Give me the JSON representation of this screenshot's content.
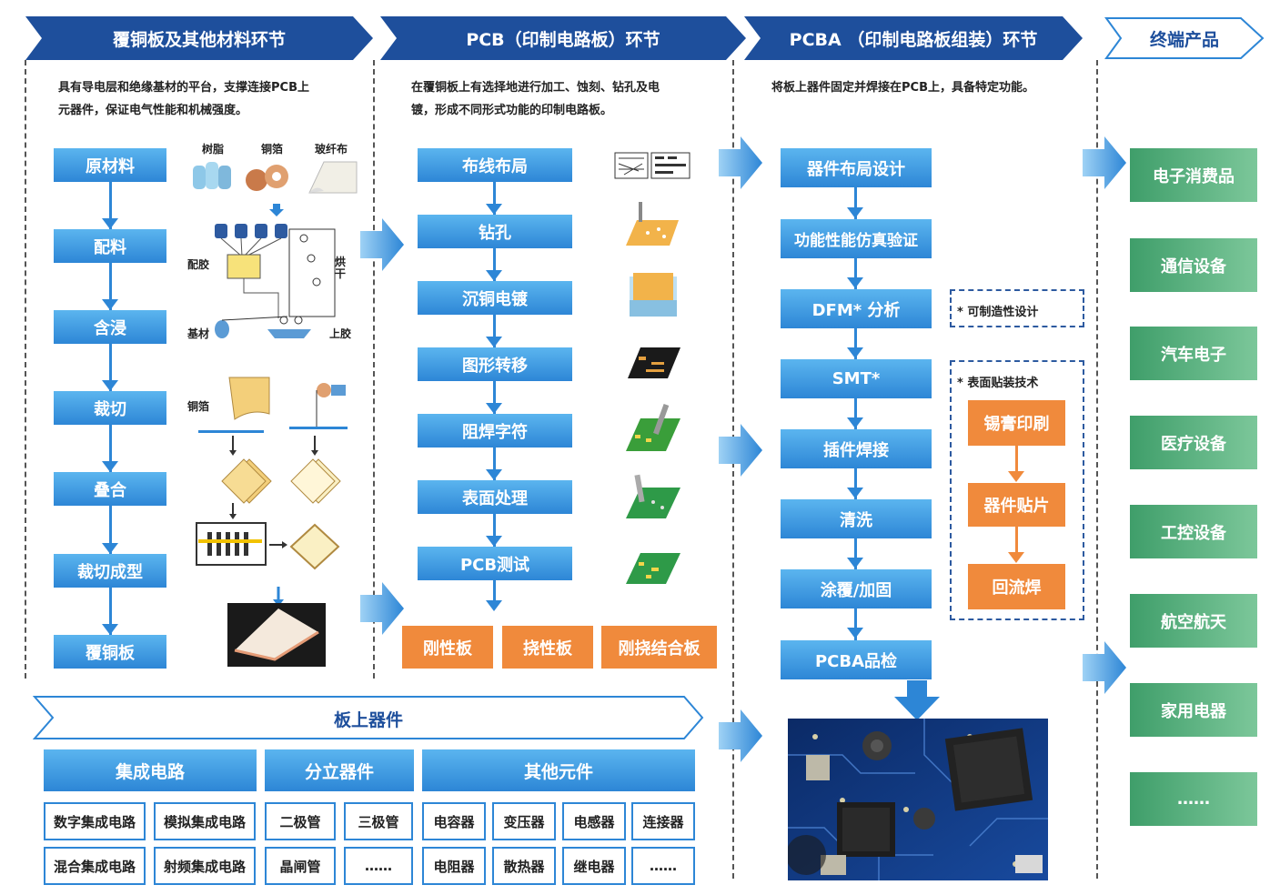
{
  "banners": {
    "b1": "覆铜板及其他材料环节",
    "b2": "PCB（印制电路板）环节",
    "b3": "PCBA （印制电路板组装）环节",
    "b4": "终端产品"
  },
  "desc": {
    "d1_line1": "具有导电层和绝缘基材的平台，支撑连接PCB上",
    "d1_line2": "元器件，保证电气性能和机械强度。",
    "d2_line1": "在覆铜板上有选择地进行加工、蚀刻、钻孔及电",
    "d2_line2": "镀，形成不同形式功能的印制电路板。",
    "d3_line1": "将板上器件固定并焊接在PCB上，具备特定功能。"
  },
  "col1_steps": [
    "原材料",
    "配料",
    "含浸",
    "裁切",
    "叠合",
    "裁切成型",
    "覆铜板"
  ],
  "col1_labels": {
    "resin": "树脂",
    "copper": "铜箔",
    "glass": "玻纤布",
    "mix": "配胶",
    "dry": "烘干",
    "base": "基材",
    "glue": "上胶",
    "foil": "铜箔"
  },
  "col2_steps": [
    "布线布局",
    "钻孔",
    "沉铜电镀",
    "图形转移",
    "阻焊字符",
    "表面处理",
    "PCB测试"
  ],
  "col2_products": [
    "刚性板",
    "挠性板",
    "刚挠结合板"
  ],
  "col3_steps": [
    "器件布局设计",
    "功能性能仿真验证",
    "DFM* 分析",
    "SMT*",
    "插件焊接",
    "清洗",
    "涂覆/加固",
    "PCBA品检"
  ],
  "col3_notes": {
    "dfm": "* 可制造性设计",
    "smt": "* 表面贴装技术"
  },
  "smt_steps": [
    "锡膏印刷",
    "器件贴片",
    "回流焊"
  ],
  "end_products": [
    "电子消费品",
    "通信设备",
    "汽车电子",
    "医疗设备",
    "工控设备",
    "航空航天",
    "家用电器",
    "……"
  ],
  "components": {
    "title": "板上器件",
    "categories": [
      "集成电路",
      "分立器件",
      "其他元件"
    ],
    "ic": [
      "数字集成电路",
      "模拟集成电路",
      "混合集成电路",
      "射频集成电路"
    ],
    "discrete": [
      "二极管",
      "三极管",
      "晶闸管",
      "……"
    ],
    "other": [
      "电容器",
      "变压器",
      "电感器",
      "连接器",
      "电阻器",
      "散热器",
      "继电器",
      "……"
    ]
  },
  "colors": {
    "banner": "#1e4f9c",
    "step": "#2d86d6",
    "orange": "#f08a3c",
    "green": "#4fa877"
  }
}
